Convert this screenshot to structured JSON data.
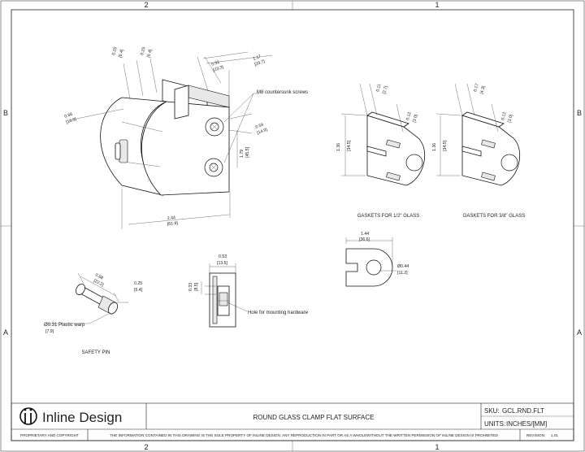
{
  "zones": {
    "top": [
      "2",
      "1"
    ],
    "bottom": [
      "2",
      "1"
    ],
    "left": [
      "B",
      "A"
    ],
    "right": [
      "B",
      "A"
    ]
  },
  "clamp": {
    "dims": [
      {
        "in": "0.25",
        "mm": "[6.4]"
      },
      {
        "in": "0.25",
        "mm": "[6.4]"
      },
      {
        "in": "0.92",
        "mm": "[23.3]"
      },
      {
        "in": "1.17",
        "mm": "[29.7]"
      },
      {
        "in": "0.66",
        "mm": "[16.9]"
      },
      {
        "in": "0.59",
        "mm": "[14.9]"
      },
      {
        "in": "1.79",
        "mm": "[45.5]"
      },
      {
        "in": "2.44",
        "mm": "[61.9]"
      }
    ],
    "screws_label": "M8 countersunk  screws"
  },
  "gasket_half": {
    "dims": [
      {
        "in": "0.11",
        "mm": "[2.7]"
      },
      {
        "in": "0.12",
        "mm": "[3.0]"
      },
      {
        "in": "1.36",
        "mm": "[34.5]"
      }
    ],
    "caption": "GASKETS FOR 1/2\" GLASS"
  },
  "gasket_three_eighths": {
    "dims": [
      {
        "in": "0.17",
        "mm": "[4.3]"
      },
      {
        "in": "0.12",
        "mm": "[3.0]"
      },
      {
        "in": "1.36",
        "mm": "[34.5]"
      }
    ],
    "caption": "GASKETS FOR 3/8\" GLASS"
  },
  "side_gasket": {
    "dims": [
      {
        "in": "1.44",
        "mm": "[36.6]"
      },
      {
        "in": "Ø0.44",
        "mm": "[11.2]"
      }
    ]
  },
  "section": {
    "dims": [
      {
        "in": "0.53",
        "mm": "[13.5]"
      },
      {
        "in": "0.33",
        "mm": "[8.5]"
      }
    ],
    "hole_label": "Hole for mounting hardware"
  },
  "pin": {
    "dims": [
      {
        "in": "0.88",
        "mm": "[22.2]"
      },
      {
        "in": "0.25",
        "mm": "[6.4]"
      },
      {
        "in": "Ø0.31 Plastic warp",
        "mm": "[7.9]"
      }
    ],
    "caption": "SAFETY PIN"
  },
  "title_block": {
    "company": "Inline Design",
    "title": "ROUND GLASS CLAMP FLAT SURFACE",
    "sku_label": "SKU:",
    "sku_value": "GCL.RND.FLT",
    "units_label": "UNITS:",
    "units_value": "INCHES/[MM]",
    "proprietary": "PROPRIETARY AND COPYRIGHT",
    "notice": "THE INFORMATION CONTAINED IN THIS DRAWING IS THE SOLE PROPERTY OF INLINE DESIGN.  ANY REPRODUCTION IN PART OR AS A WHOLEWITHOUT THE WRITTEN PERMISSION OF INLINE DESIGN IS PROHIBITED",
    "revision_label": "REVISION:",
    "revision_value": "1.01"
  }
}
